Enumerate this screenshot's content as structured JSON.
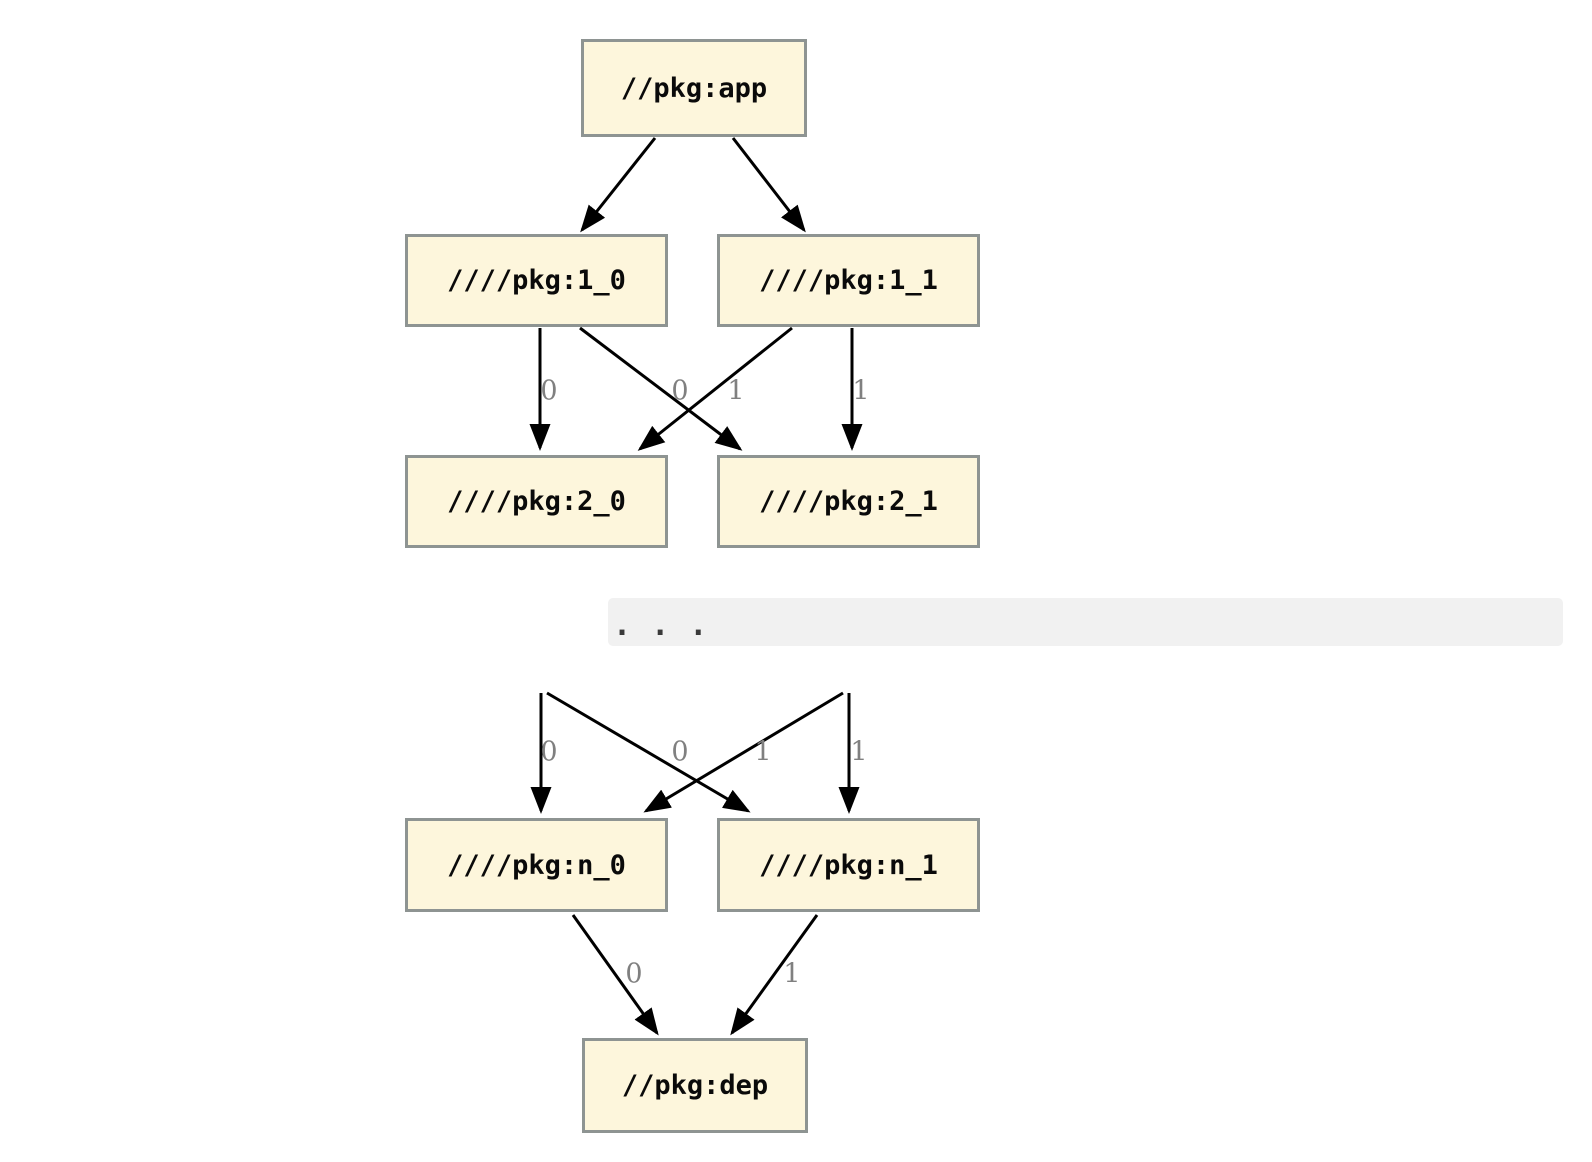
{
  "diagram": {
    "nodes": {
      "app": {
        "label": "//pkg:app"
      },
      "v1_0": {
        "label": "////pkg:1_0"
      },
      "v1_1": {
        "label": "////pkg:1_1"
      },
      "v2_0": {
        "label": "////pkg:2_0"
      },
      "v2_1": {
        "label": "////pkg:2_1"
      },
      "vn_0": {
        "label": "////pkg:n_0"
      },
      "vn_1": {
        "label": "////pkg:n_1"
      },
      "dep": {
        "label": "//pkg:dep"
      }
    },
    "ellipsis": ". . .",
    "edges": [
      {
        "from": "app",
        "to": "v1_0",
        "label": ""
      },
      {
        "from": "app",
        "to": "v1_1",
        "label": ""
      },
      {
        "from": "v1_0",
        "to": "v2_0",
        "label": "0"
      },
      {
        "from": "v1_1",
        "to": "v2_0",
        "label": "0"
      },
      {
        "from": "v1_0",
        "to": "v2_1",
        "label": "1"
      },
      {
        "from": "v1_1",
        "to": "v2_1",
        "label": "1"
      },
      {
        "from": "hidden_0",
        "to": "vn_0",
        "label": "0"
      },
      {
        "from": "hidden_1",
        "to": "vn_0",
        "label": "0"
      },
      {
        "from": "hidden_0",
        "to": "vn_1",
        "label": "1"
      },
      {
        "from": "hidden_1",
        "to": "vn_1",
        "label": "1"
      },
      {
        "from": "vn_0",
        "to": "dep",
        "label": "0"
      },
      {
        "from": "vn_1",
        "to": "dep",
        "label": "1"
      }
    ],
    "colors": {
      "node_fill": "#fdf6dc",
      "node_border": "#8e9492",
      "edge": "#000000",
      "edge_label": "#808080",
      "band_fill": "#f1f1f1"
    }
  }
}
